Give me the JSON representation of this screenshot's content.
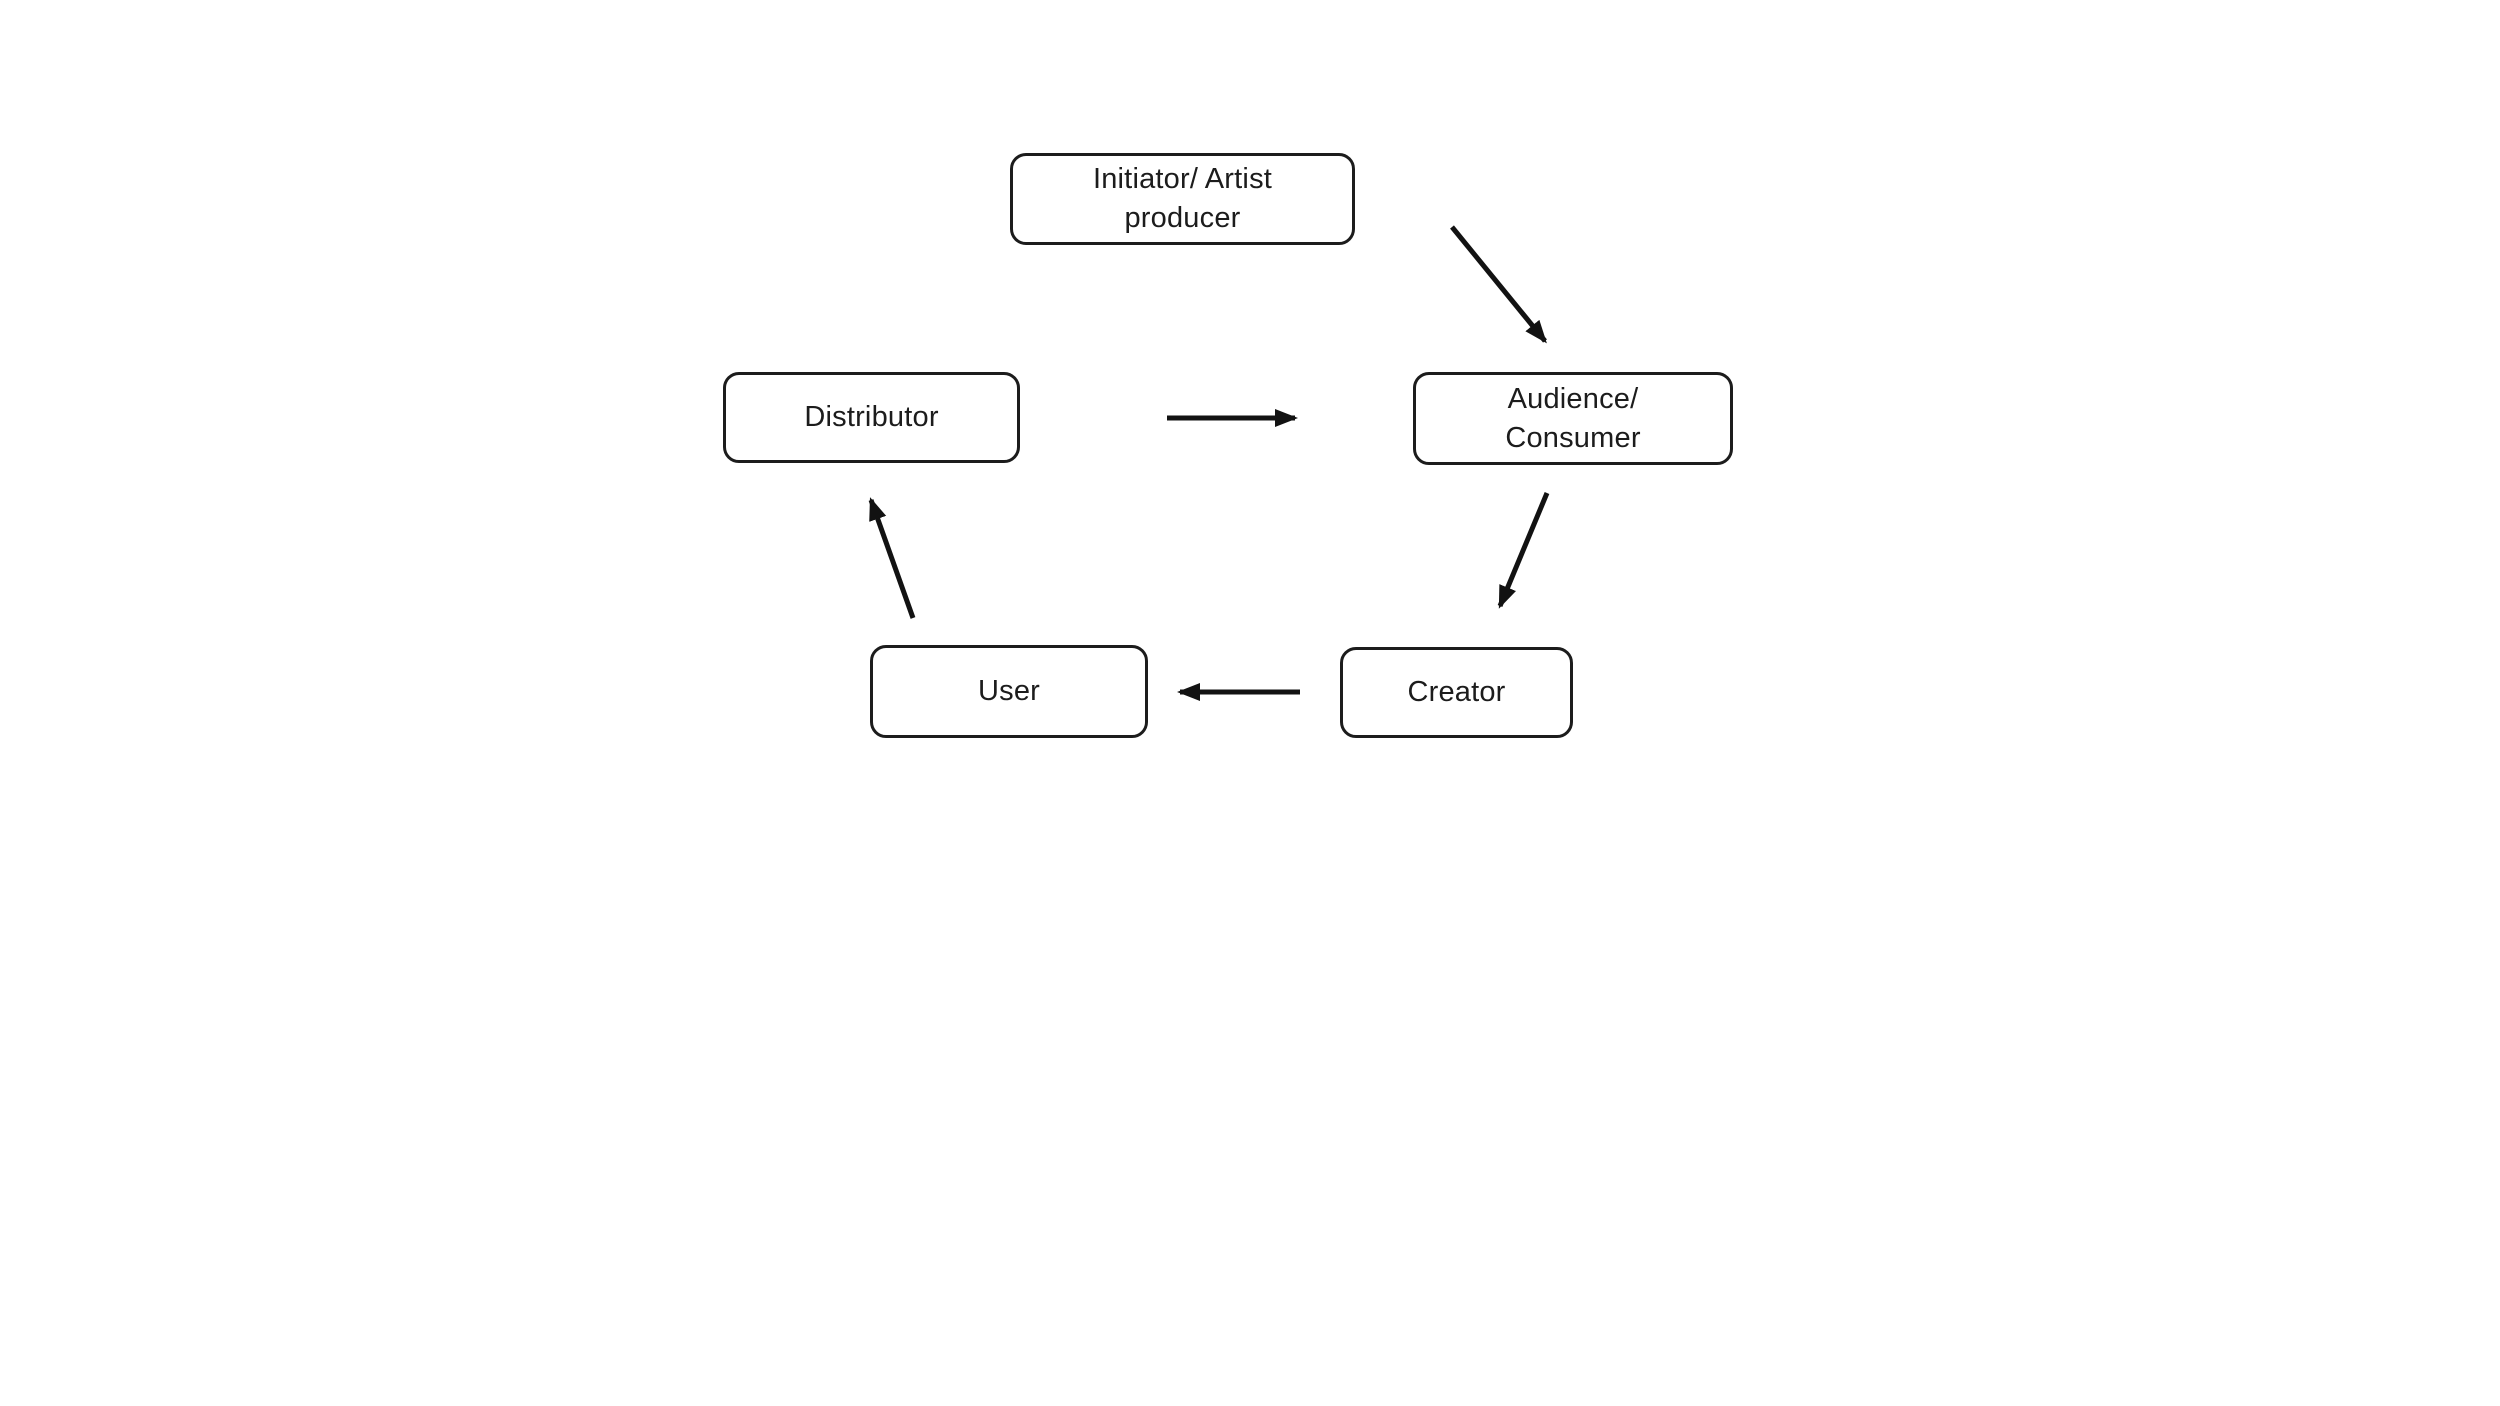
{
  "page": {
    "background_color": "#ffffff"
  },
  "diagram": {
    "type": "cycle-flow-diagram",
    "colors": {
      "box_fill": "#ffffff",
      "box_border": "#1c1c1c",
      "text": "#1c1c1c",
      "arrow": "#121212"
    },
    "nodes": [
      {
        "id": "initiator",
        "label": "Initiator/ Artist\nproducer"
      },
      {
        "id": "distributor",
        "label": "Distributor"
      },
      {
        "id": "audience",
        "label": "Audience/\nConsumer"
      },
      {
        "id": "user",
        "label": "User"
      },
      {
        "id": "creator",
        "label": "Creator"
      }
    ],
    "edges": [
      {
        "from": "initiator",
        "to": "audience",
        "direction": "down-right"
      },
      {
        "from": "distributor",
        "to": "audience",
        "direction": "right"
      },
      {
        "from": "audience",
        "to": "creator",
        "direction": "down-left"
      },
      {
        "from": "creator",
        "to": "user",
        "direction": "left"
      },
      {
        "from": "user",
        "to": "distributor",
        "direction": "up-left"
      }
    ]
  }
}
